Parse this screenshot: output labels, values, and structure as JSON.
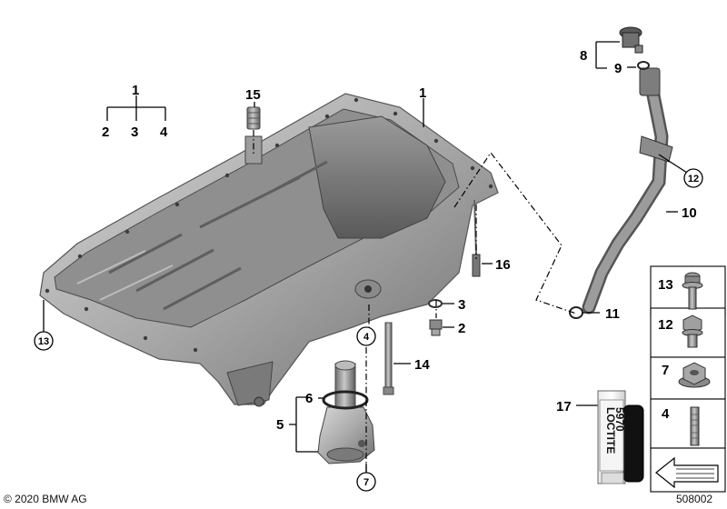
{
  "callouts": {
    "c1_top": "1",
    "c2_top": "2",
    "c3_top": "3",
    "c4_top": "4",
    "c1_pan": "1",
    "c15": "15",
    "c16": "16",
    "c3_right": "3",
    "c2_right": "2",
    "c14": "14",
    "c6": "6",
    "c5": "5",
    "c8": "8",
    "c9": "9",
    "c10": "10",
    "c11": "11",
    "c17": "17"
  },
  "circled": {
    "c13": "13",
    "c4": "4",
    "c7": "7",
    "c12": "12"
  },
  "legend": {
    "items": [
      "13",
      "12",
      "7",
      "4"
    ]
  },
  "product_label": {
    "brand": "LOCTITE",
    "code": "5970"
  },
  "footer": {
    "copyright": "© 2020 BMW AG",
    "diagram_id": "508002"
  }
}
